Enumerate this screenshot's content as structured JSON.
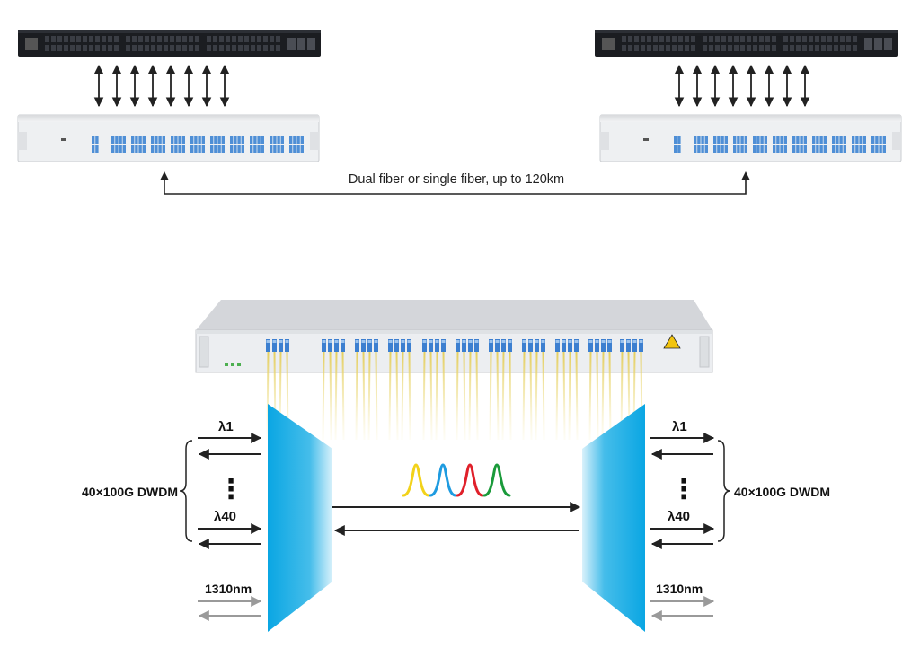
{
  "link_label": "Dual fiber or single fiber, up to 120km",
  "left_group_label": "40×100G DWDM",
  "right_group_label": "40×100G DWDM",
  "lambda_first": "λ1",
  "lambda_last": "λ40",
  "ellipsis": "⋮",
  "osc_label": "1310nm",
  "wavelength_colors": [
    "#f2d21a",
    "#1e9be0",
    "#e0202a",
    "#1a9a3a"
  ],
  "colors": {
    "switch_body": "#1b1d21",
    "mux_chassis": "#eef0f2",
    "port_blue": "#4f8fd6",
    "filter_gradient_dark": "#0aa6e3",
    "filter_gradient_light": "#d9f1fb",
    "fiber": "#e7d26b",
    "arrow": "#222222",
    "osc_arrow": "#9a9a9a"
  }
}
